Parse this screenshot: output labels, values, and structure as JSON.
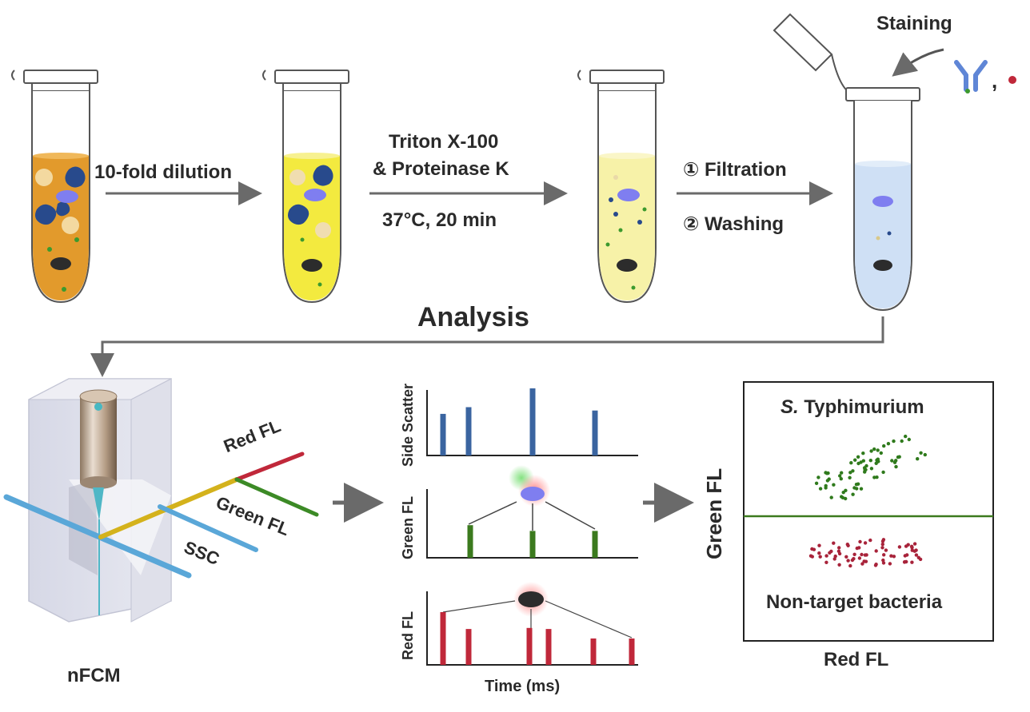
{
  "steps": {
    "step1_label": "10-fold dilution",
    "step2_line1": "Triton X-100",
    "step2_line2": "& Proteinase K",
    "step2_condition": "37°C, 20 min",
    "step3_filtration": "① Filtration",
    "step3_washing": "② Washing",
    "staining": "Staining",
    "staining_comma": ","
  },
  "analysis_title": "Analysis",
  "instrument": {
    "name": "nFCM",
    "red_fl": "Red FL",
    "green_fl": "Green FL",
    "ssc": "SSC"
  },
  "signal_panels": {
    "side_scatter_label": "Side Scatter",
    "green_fl_label": "Green FL",
    "red_fl_label": "Red FL",
    "time_label": "Time (ms)",
    "side_scatter_values": [
      0.62,
      0.72,
      1.0,
      0.67
    ],
    "green_fl_values": [
      0.85,
      0.7,
      0.7
    ],
    "red_fl_values": [
      1.0,
      0.68,
      0.7,
      0.68,
      0.5,
      0.5
    ],
    "colors": {
      "blue": "#3a64a0",
      "green": "#3b7a1e",
      "red": "#c0283a"
    }
  },
  "scatter_plot": {
    "y_label": "Green FL",
    "x_label": "Red FL",
    "target_genus": "S.",
    "target_species": "Typhimurium",
    "nontarget_label": "Non-target bacteria",
    "target_color": "#2f7a1c",
    "nontarget_color": "#a8233a",
    "divider_color": "#3c7a1e"
  },
  "tube_colors": {
    "orange": "#e29a2c",
    "yellow": "#f3ea3f",
    "pale_yellow": "#f7f2a8",
    "light_blue": "#cfe0f5"
  }
}
